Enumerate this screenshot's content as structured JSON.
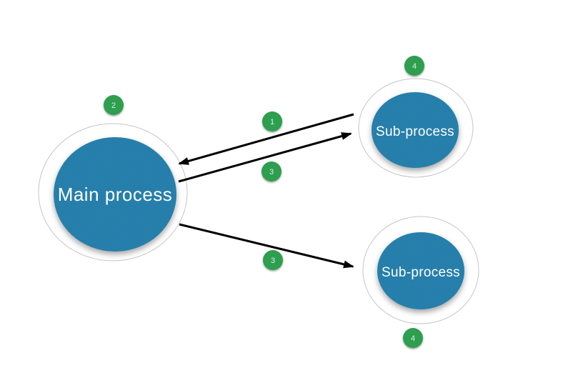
{
  "diagram": {
    "nodes": {
      "main": {
        "label": "Main process"
      },
      "sub_top": {
        "label": "Sub-process"
      },
      "sub_bottom": {
        "label": "Sub-process"
      }
    },
    "badges": {
      "main": "2",
      "arrow_sub_top_to_main": "1",
      "arrow_main_to_sub_top": "3",
      "arrow_main_to_sub_bottom": "3",
      "sub_top": "4",
      "sub_bottom": "4"
    },
    "colors": {
      "background": "#ffffff",
      "node_fill": "#2a81ae",
      "node_text": "#ffffff",
      "badge_fill": "#2e9e50",
      "badge_text": "#dceee1",
      "ring_fill": "#ffffff",
      "ring_stroke": "#c6c6c6",
      "arrow": "#000000"
    }
  }
}
